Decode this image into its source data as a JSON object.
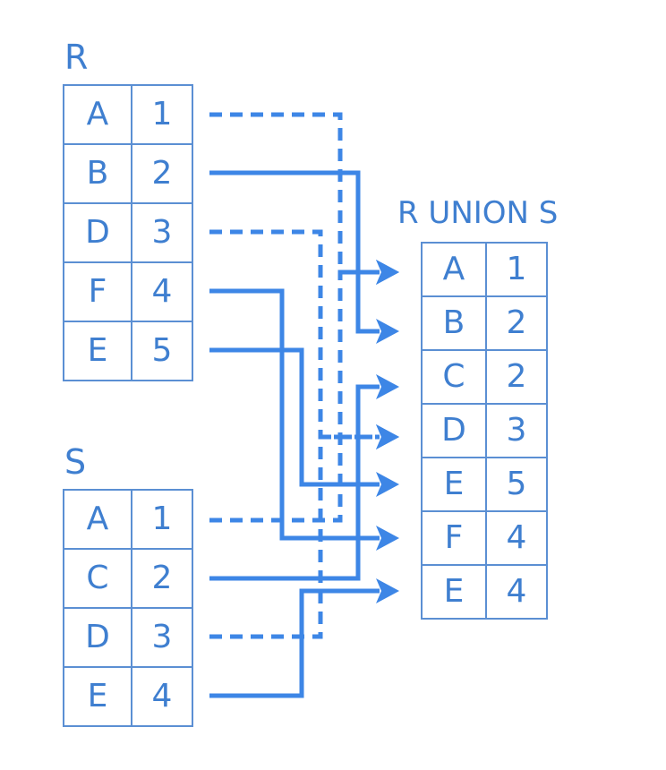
{
  "relations": {
    "r": {
      "name": "R",
      "rows": [
        [
          "A",
          "1"
        ],
        [
          "B",
          "2"
        ],
        [
          "D",
          "3"
        ],
        [
          "F",
          "4"
        ],
        [
          "E",
          "5"
        ]
      ]
    },
    "s": {
      "name": "S",
      "rows": [
        [
          "A",
          "1"
        ],
        [
          "C",
          "2"
        ],
        [
          "D",
          "3"
        ],
        [
          "E",
          "4"
        ]
      ]
    },
    "union": {
      "name": "R UNION S",
      "rows": [
        [
          "A",
          "1"
        ],
        [
          "B",
          "2"
        ],
        [
          "C",
          "2"
        ],
        [
          "D",
          "3"
        ],
        [
          "E",
          "5"
        ],
        [
          "F",
          "4"
        ],
        [
          "E",
          "4"
        ]
      ]
    }
  },
  "edges": [
    {
      "from": "r.0",
      "to": "union.0",
      "style": "dashed"
    },
    {
      "from": "r.1",
      "to": "union.1",
      "style": "solid"
    },
    {
      "from": "r.2",
      "to": "union.3",
      "style": "dashed"
    },
    {
      "from": "r.3",
      "to": "union.5",
      "style": "solid"
    },
    {
      "from": "r.4",
      "to": "union.4",
      "style": "solid"
    },
    {
      "from": "s.0",
      "to": "union.0",
      "style": "dashed"
    },
    {
      "from": "s.1",
      "to": "union.2",
      "style": "solid"
    },
    {
      "from": "s.2",
      "to": "union.3",
      "style": "dashed"
    },
    {
      "from": "s.3",
      "to": "union.6",
      "style": "solid"
    }
  ],
  "colors": {
    "line": "#3d86e6",
    "border": "#5b8fd3",
    "text": "#3f7fd0"
  }
}
